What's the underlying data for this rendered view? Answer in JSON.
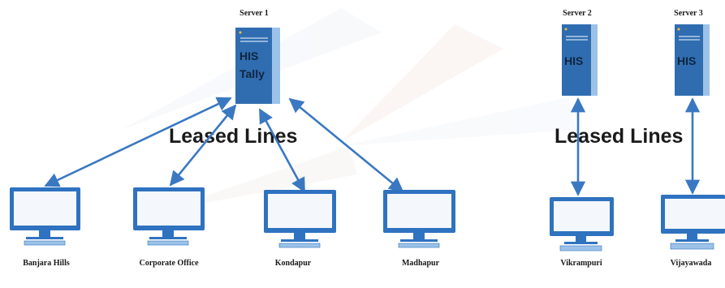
{
  "colors": {
    "server_front": "#2f6db0",
    "server_side": "#9cc2e8",
    "monitor": "#2f72c0",
    "screen": "#f4f7fb",
    "arrow": "#3a78c2"
  },
  "servers": [
    {
      "name": "Server 1",
      "lines": [
        "HIS",
        "Tally"
      ]
    },
    {
      "name": "Server 2",
      "lines": [
        "HIS"
      ]
    },
    {
      "name": "Server 3",
      "lines": [
        "HIS"
      ]
    }
  ],
  "leased_lines_labels": [
    "Leased Lines",
    "Leased Lines"
  ],
  "clients": [
    "Banjara Hills",
    "Corporate Office",
    "Kondapur",
    "Madhapur",
    "Vikrampuri",
    "Vijayawada"
  ]
}
